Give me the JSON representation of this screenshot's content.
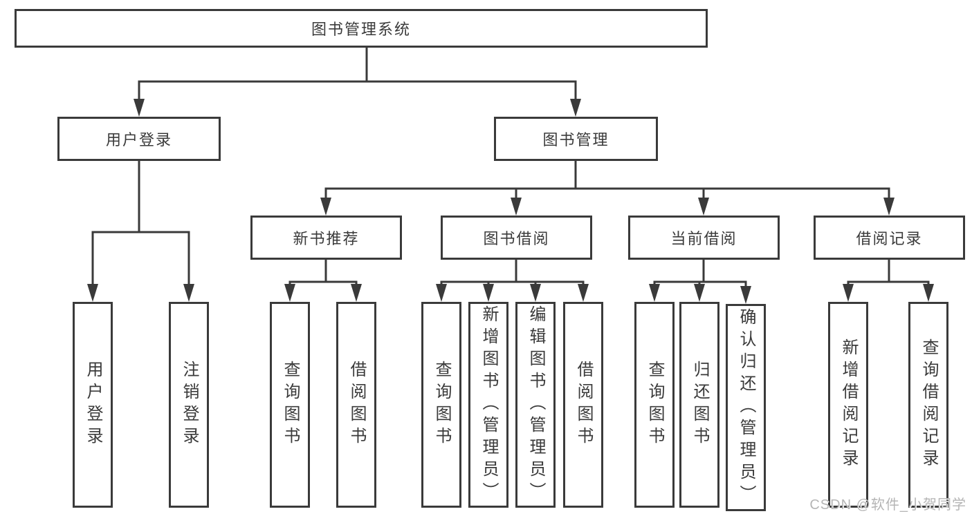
{
  "colors": {
    "line": "#3a3a3a",
    "box_border": "#3a3a3a",
    "text": "#3a3a3a",
    "watermark": "#b5b5b5",
    "background": "#ffffff"
  },
  "diagram": {
    "title": "图书管理系统",
    "level2": [
      {
        "label": "用户登录"
      },
      {
        "label": "图书管理"
      }
    ],
    "level3": [
      {
        "label": "新书推荐"
      },
      {
        "label": "图书借阅"
      },
      {
        "label": "当前借阅"
      },
      {
        "label": "借阅记录"
      }
    ],
    "leaves": {
      "user_login": [
        "用户登录",
        "注销登录"
      ],
      "new_book": [
        "查询图书",
        "借阅图书"
      ],
      "book_borrow": [
        "查询图书",
        "新增图书（管理员）",
        "编辑图书（管理员）",
        "借阅图书"
      ],
      "current_borrow": [
        "查询图书",
        "归还图书",
        "确认归还（管理员）"
      ],
      "borrow_record": [
        "新增借阅记录",
        "查询借阅记录"
      ]
    }
  },
  "watermark": {
    "text": "CSDN @软件_小贺同学"
  }
}
